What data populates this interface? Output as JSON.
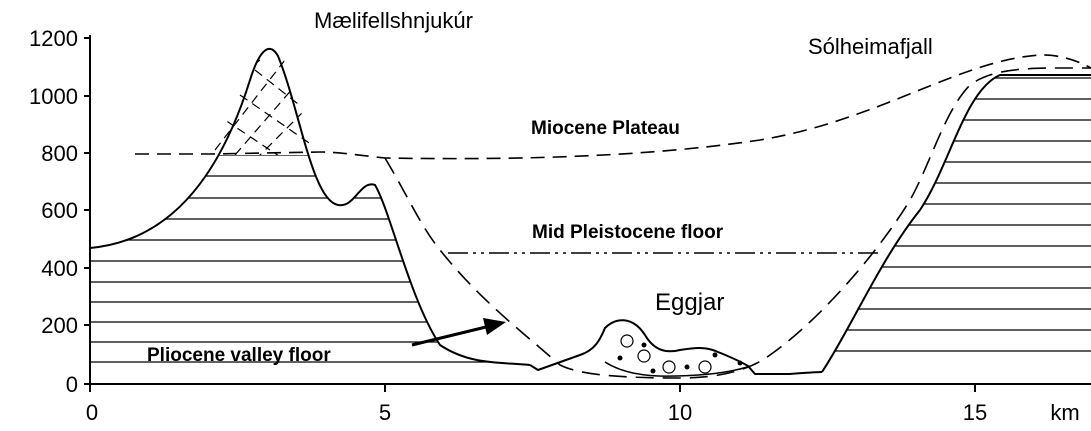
{
  "diagram": {
    "y_axis_ticks": [
      "0",
      "200",
      "400",
      "600",
      "800",
      "1000",
      "1200"
    ],
    "x_axis_ticks": [
      "0",
      "5",
      "10",
      "15"
    ],
    "x_axis_unit": "km",
    "peaks": {
      "left": "Mælifellshnjukúr",
      "right": "Sólheimafjall"
    },
    "labels": {
      "miocene": "Miocene Plateau",
      "mid_pleistocene": "Mid Pleistocene floor",
      "eggjar": "Eggjar",
      "pliocene": "Pliocene valley floor"
    }
  }
}
